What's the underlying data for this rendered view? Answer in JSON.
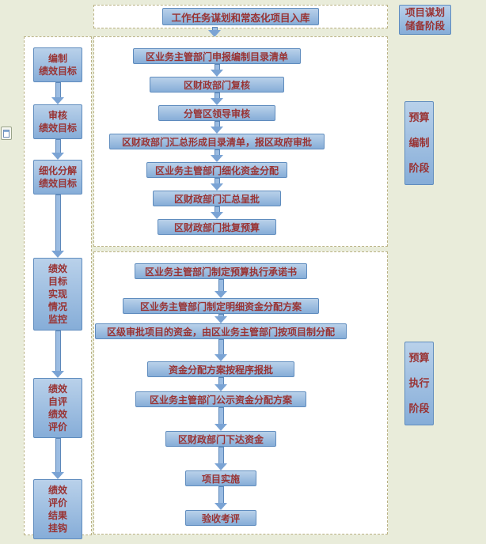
{
  "colors": {
    "page_bg": "#e9ecda",
    "panel_bg": "#ffffff",
    "panel_border": "#b9b183",
    "box_fill_top": "#b9d1ea",
    "box_fill_bottom": "#86add8",
    "box_border": "#5f8cbe",
    "text_color": "#993333",
    "arrow_fill": "#9bbce2",
    "arrow_edge": "#5d88ba",
    "arrow_edge2": "#7aa3d4"
  },
  "top": {
    "title": "工作任务谋划和常态化项目入库",
    "stage_label": "项目谋划\n储备阶段"
  },
  "left_track": {
    "items": [
      "编制\n绩效目标",
      "审核\n绩效目标",
      "细化分解\n绩效目标",
      "绩效\n目标\n实现\n情况\n监控",
      "绩效\n自评\n绩效\n评价",
      "绩效\n评价\n结果\n挂钩"
    ]
  },
  "stage1": {
    "label": "预算\n编制\n阶段",
    "steps": [
      "区业务主管部门申报编制目录清单",
      "区财政部门复核",
      "分管区领导审核",
      "区财政部门汇总形成目录清单，报区政府审批",
      "区业务主管部门细化资金分配",
      "区财政部门汇总呈批",
      "区财政部门批复预算"
    ]
  },
  "stage2": {
    "label": "预算\n执行\n阶段",
    "steps": [
      "区业务主管部门制定预算执行承诺书",
      "区业务主管部门制定明细资金分配方案",
      "区级审批项目的资金，由区业务主管部门按项目制分配",
      "资金分配方案按程序报批",
      "区业务主管部门公示资金分配方案",
      "区财政部门下达资金",
      "项目实施",
      "验收考评"
    ]
  }
}
